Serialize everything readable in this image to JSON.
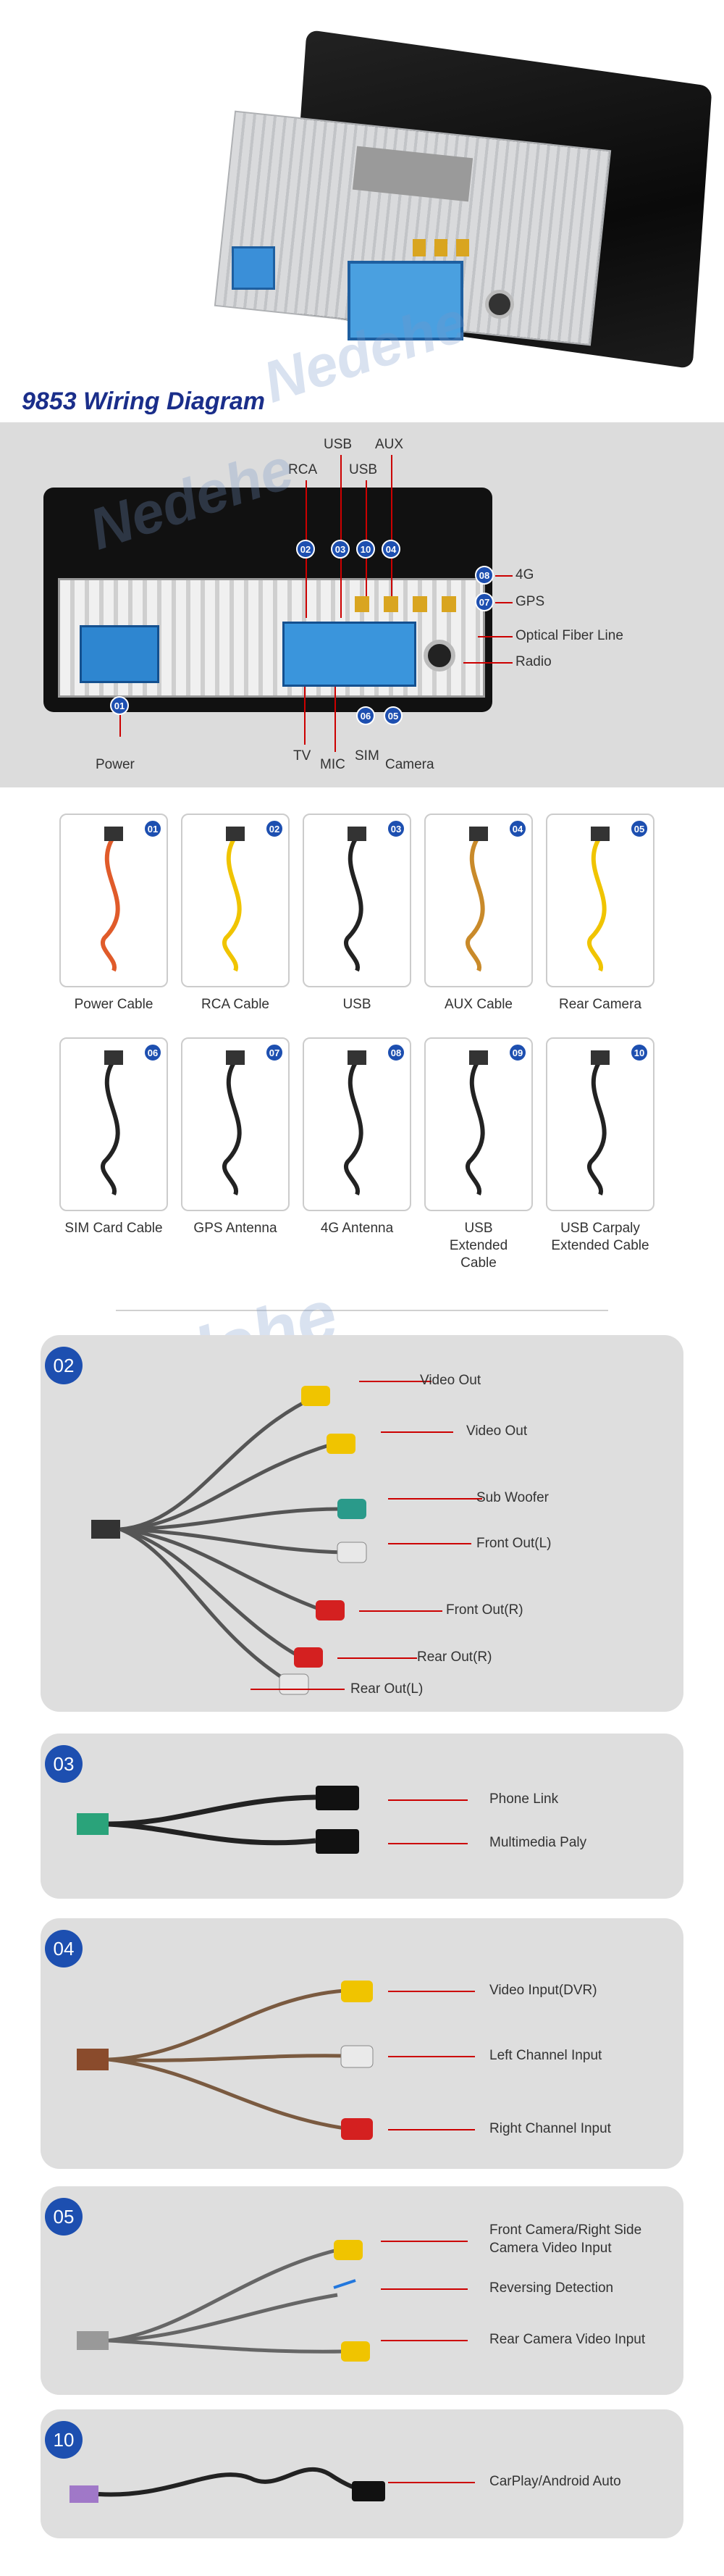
{
  "header": {
    "title": "9853 Wiring Diagram",
    "watermark": "Nedehe"
  },
  "colors": {
    "accent_blue": "#1d4fb0",
    "leader_red": "#cc0000",
    "title_blue": "#1a2e8a"
  },
  "diagram": {
    "top_labels": [
      "USB",
      "AUX",
      "RCA",
      "USB"
    ],
    "right_labels": [
      "4G",
      "GPS",
      "Optical Fiber Line",
      "Radio"
    ],
    "bottom_labels": [
      "Power",
      "TV",
      "MIC",
      "SIM",
      "Camera"
    ],
    "badges": {
      "rca": "02",
      "usb1": "03",
      "usb2": "10",
      "aux": "04",
      "g4": "08",
      "gps": "07",
      "power": "01",
      "sim": "06",
      "camera": "05"
    }
  },
  "cables": [
    {
      "num": "01",
      "label": "Power Cable"
    },
    {
      "num": "02",
      "label": "RCA Cable"
    },
    {
      "num": "03",
      "label": "USB"
    },
    {
      "num": "04",
      "label": "AUX Cable"
    },
    {
      "num": "05",
      "label": "Rear Camera"
    },
    {
      "num": "06",
      "label": "SIM Card Cable"
    },
    {
      "num": "07",
      "label": "GPS Antenna"
    },
    {
      "num": "08",
      "label": "4G Antenna"
    },
    {
      "num": "09",
      "label": "USB Extended Cable"
    },
    {
      "num": "10",
      "label": "USB Carpaly Extended Cable"
    }
  ],
  "panels": {
    "p02": {
      "num": "02",
      "labels": [
        "Video Out",
        "Video Out",
        "Sub Woofer",
        "Front Out(L)",
        "Front Out(R)",
        "Rear Out(R)",
        "Rear Out(L)"
      ]
    },
    "p03": {
      "num": "03",
      "labels": [
        "Phone Link",
        "Multimedia Paly"
      ]
    },
    "p04": {
      "num": "04",
      "labels": [
        "Video Input(DVR)",
        "Left Channel Input",
        "Right Channel Input"
      ]
    },
    "p05": {
      "num": "05",
      "labels": [
        "Front Camera/Right Side",
        "Camera Video Input",
        "Reversing Detection",
        "Rear Camera Video Input"
      ]
    },
    "p10": {
      "num": "10",
      "labels": [
        "CarPlay/Android Auto"
      ]
    }
  }
}
